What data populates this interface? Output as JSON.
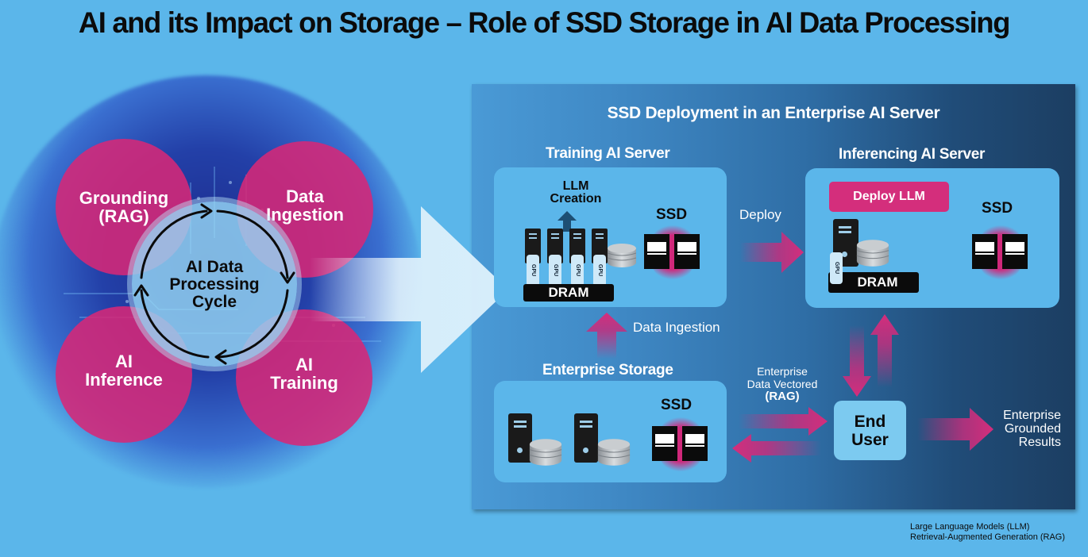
{
  "title": "AI and its Impact on Storage – Role of SSD Storage in AI Data Processing",
  "cycle": {
    "center_lines": [
      "AI Data",
      "Processing",
      "Cycle"
    ],
    "stages": [
      {
        "lines": [
          "Grounding",
          "(RAG)"
        ]
      },
      {
        "lines": [
          "Data",
          "Ingestion"
        ]
      },
      {
        "lines": [
          "AI",
          "Training"
        ]
      },
      {
        "lines": [
          "AI",
          "Inference"
        ]
      }
    ],
    "colors": {
      "petal": "#d62878",
      "center": "#96d7f5"
    }
  },
  "panel": {
    "title": "SSD Deployment in an Enterprise AI Server",
    "training": {
      "title": "Training AI Server",
      "llm_lines": [
        "LLM",
        "Creation"
      ],
      "gpu_label": "GPU",
      "dram_label": "DRAM",
      "ssd_label": "SSD"
    },
    "inferencing": {
      "title": "Inferencing AI Server",
      "deploy_llm": "Deploy LLM",
      "gpu_label": "GPU",
      "dram_label": "DRAM",
      "ssd_label": "SSD"
    },
    "storage": {
      "title": "Enterprise Storage",
      "ssd_label": "SSD"
    },
    "flows": {
      "deploy": "Deploy",
      "data_ingestion": "Data Ingestion",
      "vectored_lines": [
        "Enterprise",
        "Data Vectored",
        "(RAG)"
      ],
      "results_lines": [
        "Enterprise",
        "Grounded",
        "Results"
      ]
    },
    "end_user_lines": [
      "End",
      "User"
    ],
    "colors": {
      "accent": "#d42e7c",
      "box": "#5bb6ea",
      "panel_dark": "#1c3e62"
    }
  },
  "footnotes": [
    "Large Language Models (LLM)",
    "Retrieval-Augmented Generation (RAG)"
  ]
}
